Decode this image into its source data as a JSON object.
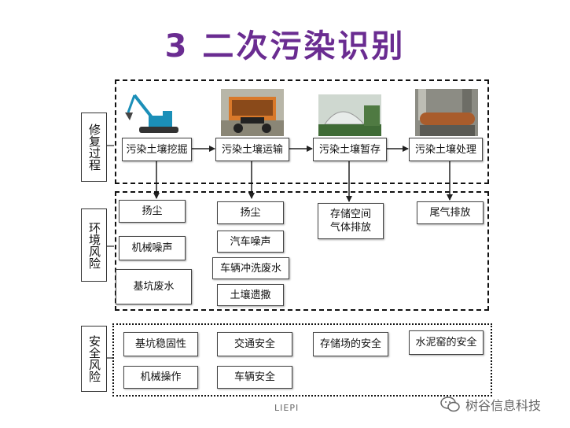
{
  "title": "3 二次污染识别",
  "sections": {
    "repair_process": "修复过程",
    "env_risk": "环境风险",
    "safety_risk": "安全风险"
  },
  "process": {
    "excavation": "污染土壤挖掘",
    "transport": "污染土壤运输",
    "storage": "污染土壤暂存",
    "treatment": "污染土壤处理"
  },
  "env": {
    "col1": [
      "扬尘",
      "机械噪声",
      "基坑废水"
    ],
    "col2": [
      "扬尘",
      "汽车噪声",
      "车辆冲洗废水",
      "土壤遗撒"
    ],
    "col3": "存储空间气体排放",
    "col4": "尾气排放"
  },
  "safety": {
    "col1": [
      "基坑稳固性",
      "机械操作"
    ],
    "col2": [
      "交通安全",
      "车辆安全"
    ],
    "col3": "存储场的安全",
    "col4": "水泥窑的安全"
  },
  "footer": "LIEPI",
  "watermark": "树谷信息科技",
  "icons": [
    "excavator-photo",
    "dump-truck-photo",
    "storage-shed-photo",
    "cement-kiln-photo",
    "wechat-icon"
  ],
  "colors": {
    "title": "#6a2c91"
  }
}
